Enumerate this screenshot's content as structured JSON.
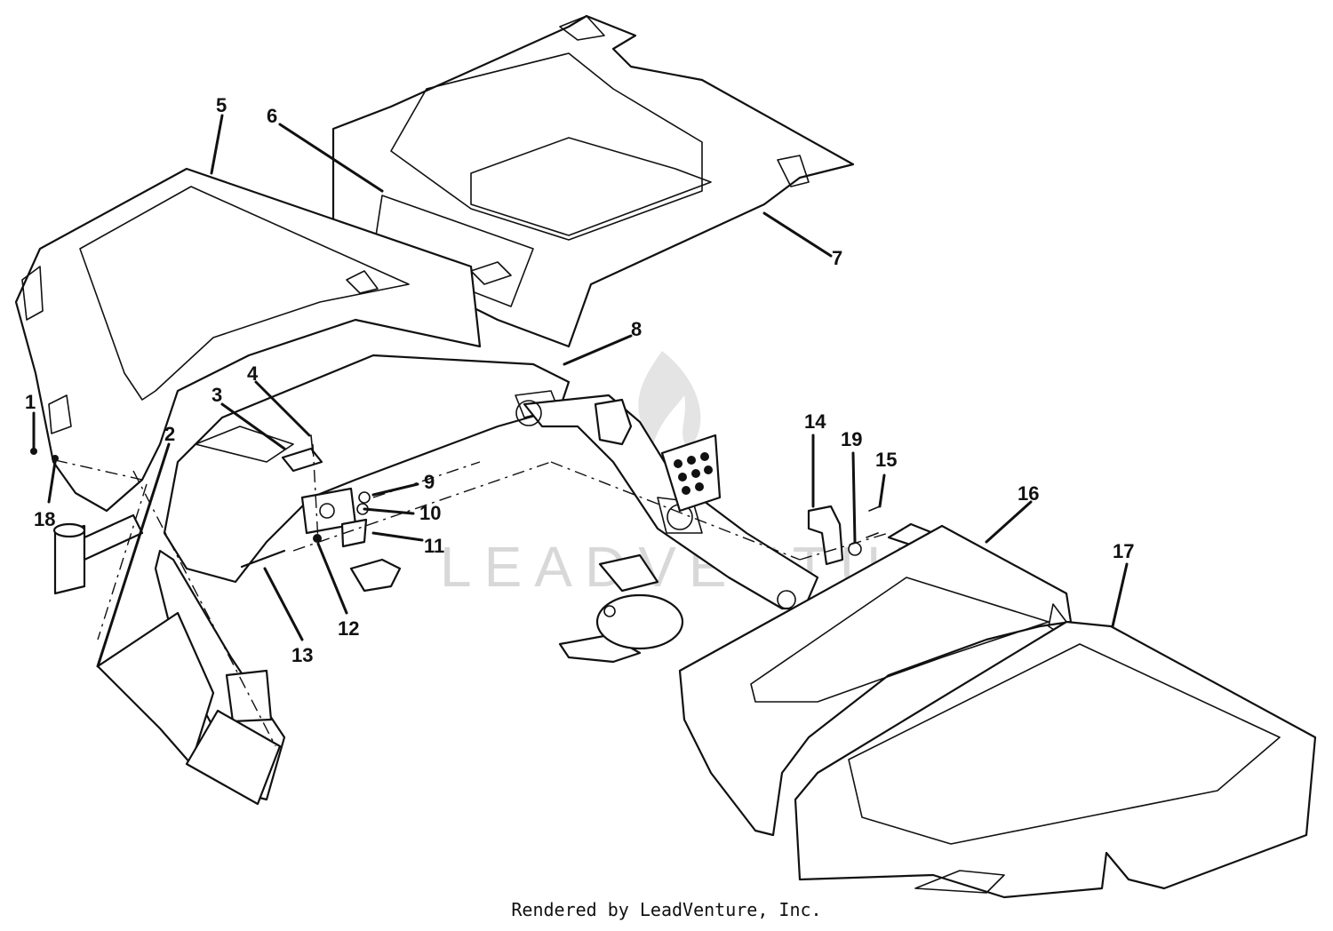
{
  "diagram": {
    "callouts": [
      "1",
      "2",
      "3",
      "4",
      "5",
      "6",
      "7",
      "8",
      "9",
      "10",
      "11",
      "12",
      "13",
      "14",
      "15",
      "16",
      "17",
      "18",
      "19"
    ],
    "watermark": "LEADVENTURE",
    "credit": "Rendered by LeadVenture, Inc."
  },
  "colors": {
    "ink": "#111111",
    "paper": "#ffffff",
    "watermark": "#d8d8d8"
  }
}
